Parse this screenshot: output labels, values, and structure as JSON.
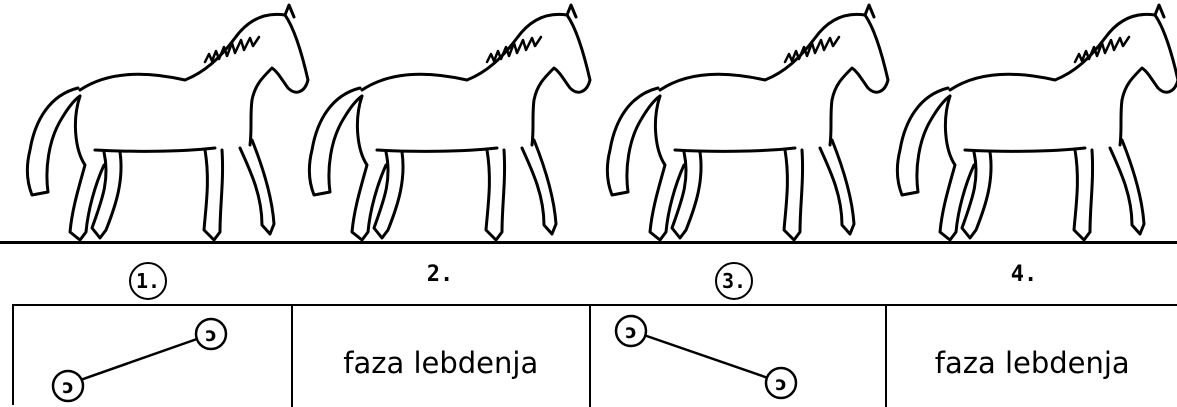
{
  "phases": [
    {
      "number": "1.",
      "circled": true,
      "cell_text": ""
    },
    {
      "number": "2.",
      "circled": false,
      "cell_text": "faza lebdenja"
    },
    {
      "number": "3.",
      "circled": true,
      "cell_text": ""
    },
    {
      "number": "4.",
      "circled": false,
      "cell_text": "faza lebdenja"
    }
  ],
  "hoof_symbol": "ↄ"
}
